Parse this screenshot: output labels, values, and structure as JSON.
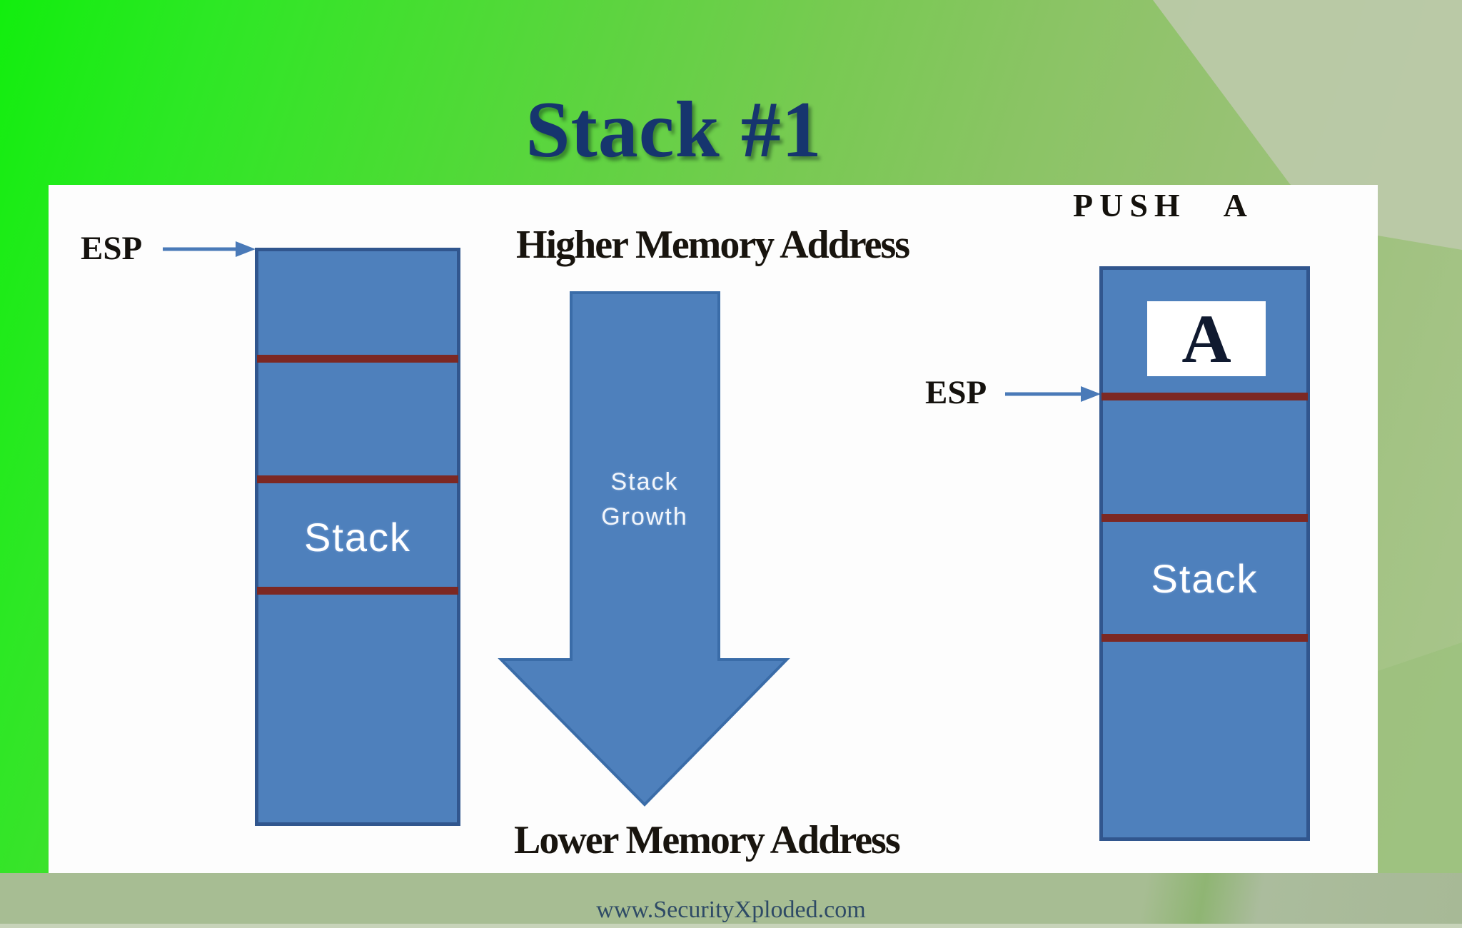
{
  "title": "Stack #1",
  "footer": "www.SecurityXploded.com",
  "left_column": {
    "esp_label": "ESP",
    "stack_label": "Stack"
  },
  "flow": {
    "top_label": "Higher Memory Address",
    "growth_label_line1": "Stack",
    "growth_label_line2": "Growth",
    "bottom_label": "Lower Memory Address"
  },
  "right_column": {
    "operation": "PUSH A",
    "esp_label": "ESP",
    "pushed_value": "A",
    "stack_label": "Stack"
  },
  "colors": {
    "stack_fill": "#4e80bc",
    "stack_border": "#31568e",
    "divider_line": "#7c2823",
    "arrow_fill": "#4e80bc",
    "arrow_border": "#3a6ca8",
    "title_text": "#16356e",
    "body_text": "#18140e",
    "footer_text": "#2e4a66",
    "background_green_bright": "#12ee0e",
    "background_sage": "#aac68e",
    "bottom_band": "#a7bd93",
    "panel": "#fdfdfd"
  }
}
